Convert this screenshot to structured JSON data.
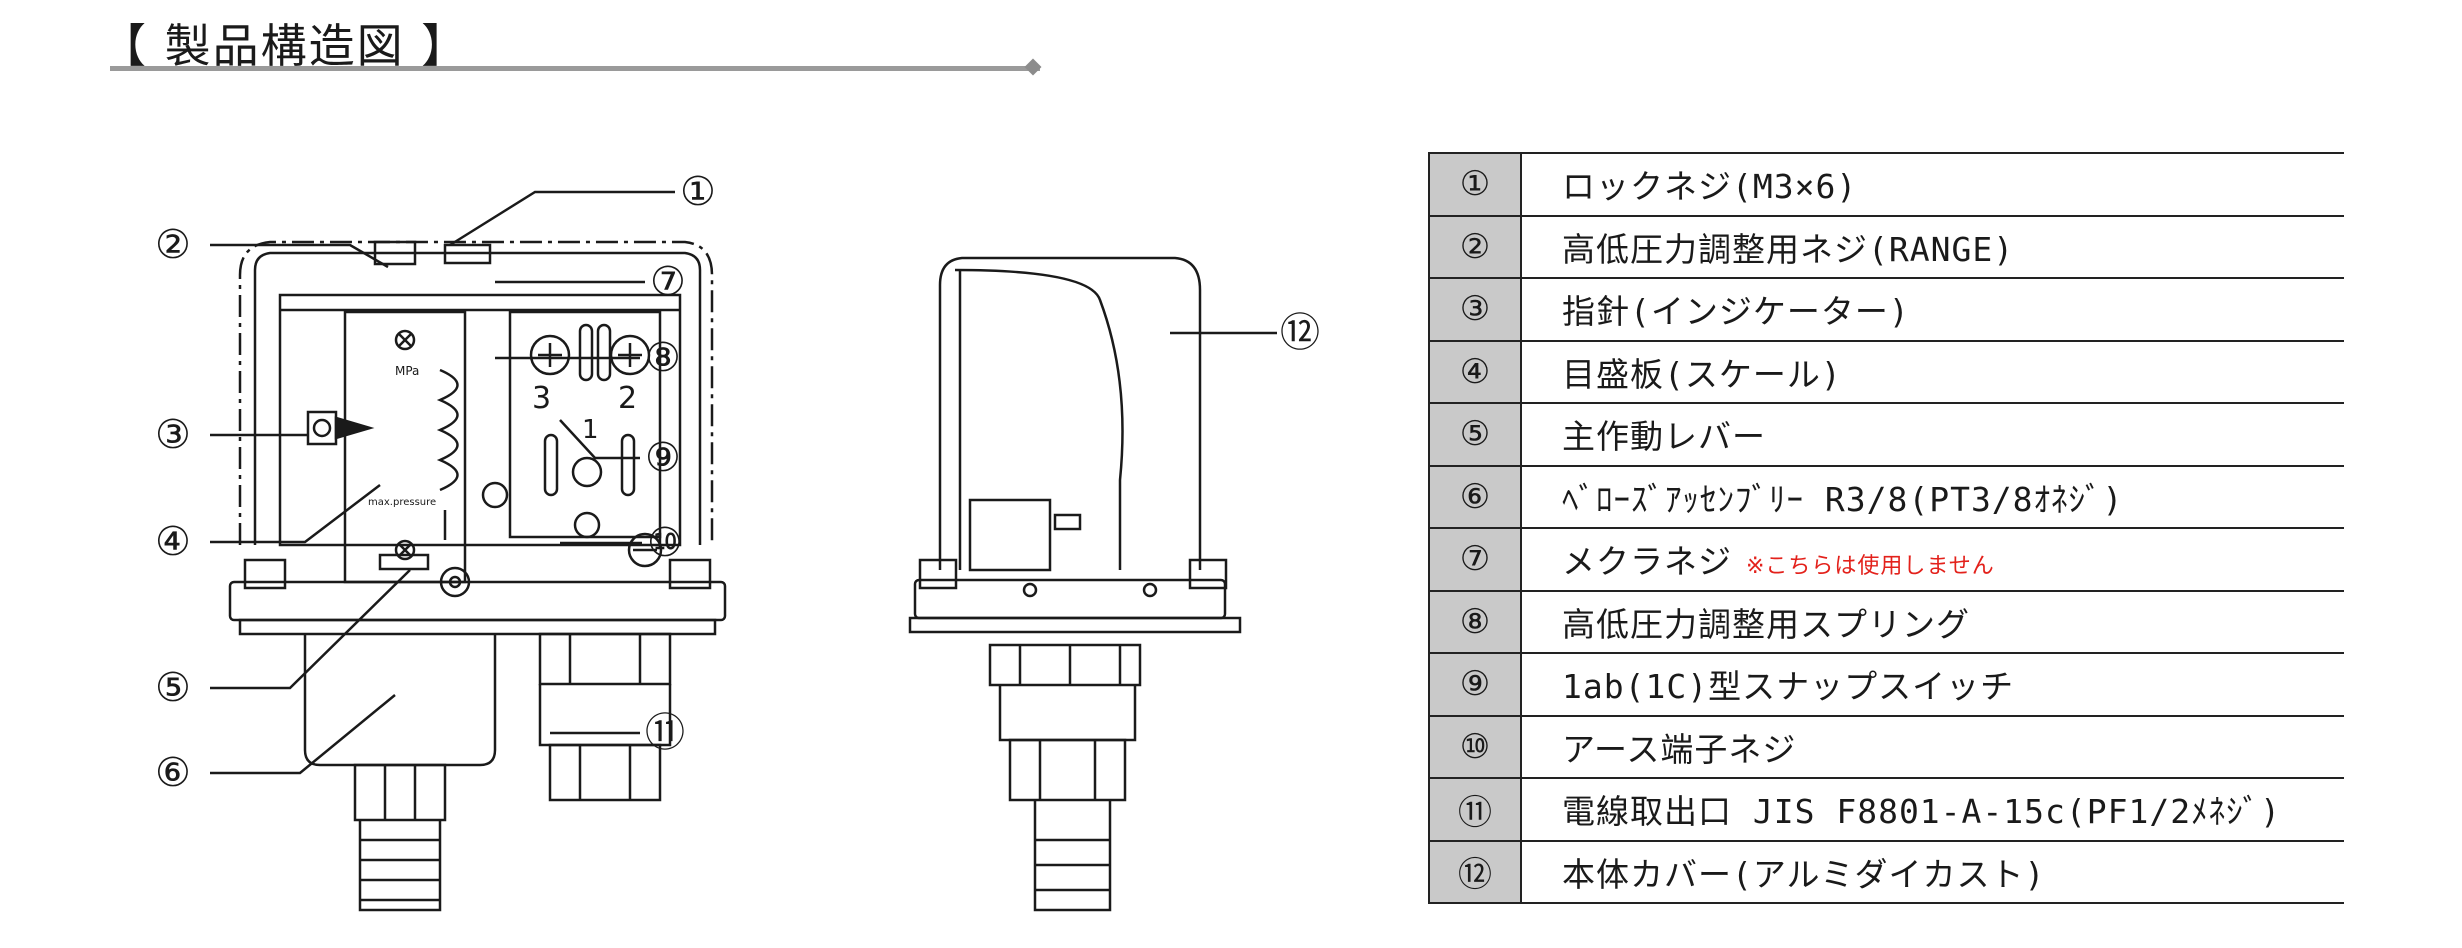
{
  "header": {
    "title": "【 製品構造図 】"
  },
  "diagram": {
    "front_callouts": [
      "①",
      "②",
      "③",
      "④",
      "⑤",
      "⑥",
      "⑦",
      "⑧",
      "⑨",
      "⑩",
      "⑪"
    ],
    "side_callouts": [
      "⑫"
    ],
    "front_labels": {
      "unit": "MPa",
      "max": "max.pressure",
      "digit_3": "3",
      "digit_2": "2",
      "digit_1": "1"
    }
  },
  "parts": [
    {
      "num": "①",
      "name": "ロックネジ(M3×6)",
      "note": ""
    },
    {
      "num": "②",
      "name": "高低圧力調整用ネジ(RANGE)",
      "note": ""
    },
    {
      "num": "③",
      "name": "指針(インジケーター)",
      "note": ""
    },
    {
      "num": "④",
      "name": "目盛板(スケール)",
      "note": ""
    },
    {
      "num": "⑤",
      "name": "主作動レバー",
      "note": ""
    },
    {
      "num": "⑥",
      "name": "ﾍﾞﾛｰｽﾞｱｯｾﾝﾌﾞﾘｰ R3/8(PT3/8ｵﾈｼﾞ)",
      "note": ""
    },
    {
      "num": "⑦",
      "name": "メクラネジ",
      "note": "※こちらは使用しません"
    },
    {
      "num": "⑧",
      "name": "高低圧力調整用スプリング",
      "note": ""
    },
    {
      "num": "⑨",
      "name": "1ab(1C)型スナップスイッチ",
      "note": ""
    },
    {
      "num": "⑩",
      "name": "アース端子ネジ",
      "note": ""
    },
    {
      "num": "⑪",
      "name": "電線取出口 JIS F8801-A-15c(PF1/2ﾒﾈｼﾞ)",
      "note": ""
    },
    {
      "num": "⑫",
      "name": "本体カバー(アルミダイカスト)",
      "note": ""
    }
  ],
  "colors": {
    "header_cell": "#c9c9c9",
    "note": "#e3211b",
    "rule": "#9a9a9a"
  }
}
